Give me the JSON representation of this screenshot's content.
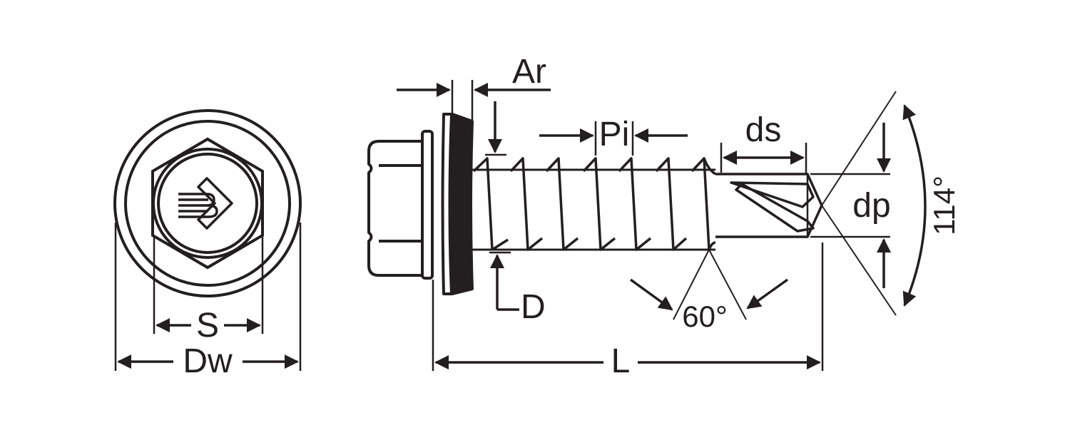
{
  "labels": {
    "s": "S",
    "dw": "Dw",
    "ar": "Ar",
    "pi": "Pi",
    "ds": "ds",
    "dp": "dp",
    "d": "D",
    "l": "L",
    "angle_60": "60°",
    "angle_114": "114°"
  },
  "colors": {
    "ink": "#231f20",
    "background": "#ffffff"
  }
}
